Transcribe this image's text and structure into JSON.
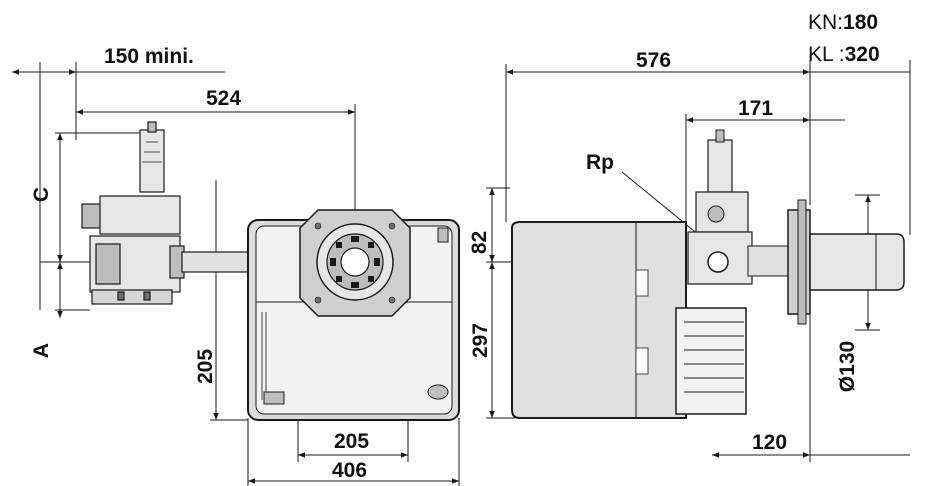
{
  "dimensions": {
    "min_clearance": "150 mini.",
    "left_overall_length": "524",
    "right_overall_length": "576",
    "flange_to_head": "171",
    "head_length": "120",
    "front_height_lower": "205",
    "front_width_inner": "205",
    "front_width_total": "406",
    "side_height_top": "82",
    "side_height_bottom": "297",
    "head_diameter": "Ø130"
  },
  "labels": {
    "dim_c": "C",
    "dim_a": "A",
    "rp": "Rp"
  },
  "variants": [
    {
      "name": "KN",
      "value": "180"
    },
    {
      "name": "KL",
      "value": "320"
    }
  ],
  "colors": {
    "line": "#1a1a1a",
    "fill_light": "#e6e6e6",
    "fill_mid": "#bdbdbd",
    "fill_dark": "#6e6e6e"
  }
}
